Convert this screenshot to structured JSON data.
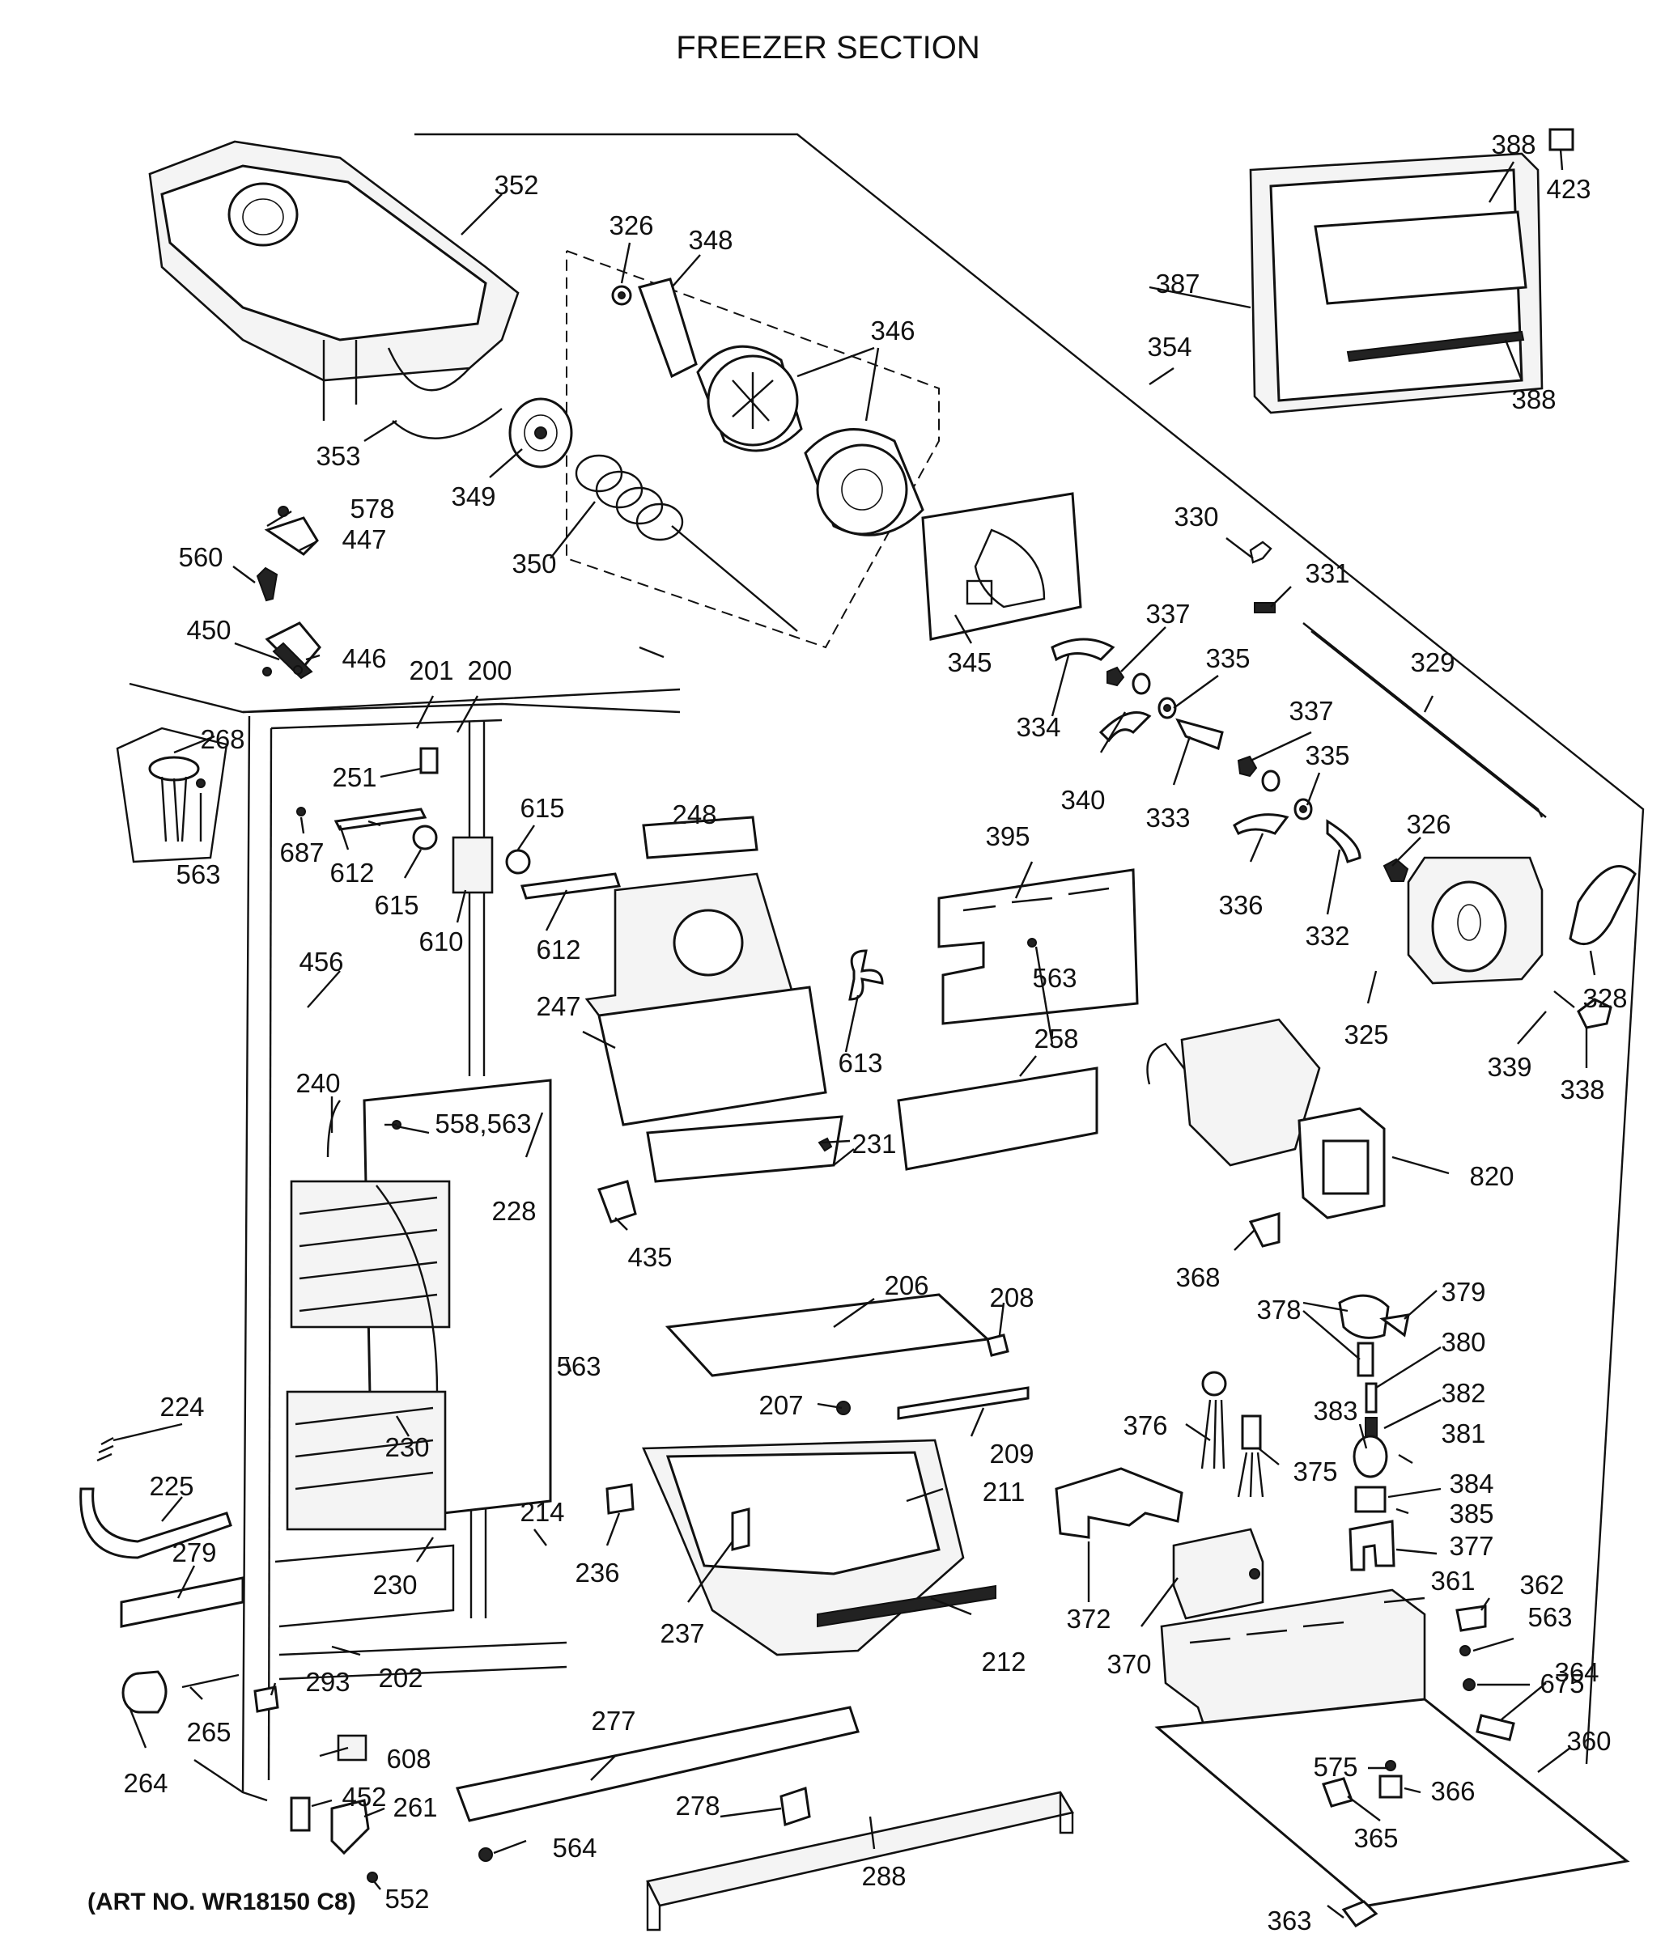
{
  "title": "FREEZER SECTION",
  "art_number": "(ART NO. WR18150 C8)",
  "callouts": [
    {
      "label": "352"
    },
    {
      "label": "353"
    },
    {
      "label": "349"
    },
    {
      "label": "350"
    },
    {
      "label": "326"
    },
    {
      "label": "348"
    },
    {
      "label": "346"
    },
    {
      "label": "354"
    },
    {
      "label": "387"
    },
    {
      "label": "388"
    },
    {
      "label": "423"
    },
    {
      "label": "388"
    },
    {
      "label": "345"
    },
    {
      "label": "330"
    },
    {
      "label": "331"
    },
    {
      "label": "337"
    },
    {
      "label": "335"
    },
    {
      "label": "329"
    },
    {
      "label": "334"
    },
    {
      "label": "337"
    },
    {
      "label": "335"
    },
    {
      "label": "340"
    },
    {
      "label": "333"
    },
    {
      "label": "326"
    },
    {
      "label": "336"
    },
    {
      "label": "332"
    },
    {
      "label": "325"
    },
    {
      "label": "328"
    },
    {
      "label": "339"
    },
    {
      "label": "338"
    },
    {
      "label": "395"
    },
    {
      "label": "563"
    },
    {
      "label": "258"
    },
    {
      "label": "820"
    },
    {
      "label": "368"
    },
    {
      "label": "378"
    },
    {
      "label": "379"
    },
    {
      "label": "380"
    },
    {
      "label": "382"
    },
    {
      "label": "383"
    },
    {
      "label": "381"
    },
    {
      "label": "376"
    },
    {
      "label": "375"
    },
    {
      "label": "384"
    },
    {
      "label": "385"
    },
    {
      "label": "377"
    },
    {
      "label": "372"
    },
    {
      "label": "370"
    },
    {
      "label": "361"
    },
    {
      "label": "362"
    },
    {
      "label": "563"
    },
    {
      "label": "675"
    },
    {
      "label": "364"
    },
    {
      "label": "360"
    },
    {
      "label": "575"
    },
    {
      "label": "366"
    },
    {
      "label": "365"
    },
    {
      "label": "363"
    },
    {
      "label": "578"
    },
    {
      "label": "447"
    },
    {
      "label": "560"
    },
    {
      "label": "450"
    },
    {
      "label": "446"
    },
    {
      "label": "201"
    },
    {
      "label": "200"
    },
    {
      "label": "268"
    },
    {
      "label": "563"
    },
    {
      "label": "251"
    },
    {
      "label": "687"
    },
    {
      "label": "612"
    },
    {
      "label": "615"
    },
    {
      "label": "615"
    },
    {
      "label": "610"
    },
    {
      "label": "612"
    },
    {
      "label": "248"
    },
    {
      "label": "456"
    },
    {
      "label": "247"
    },
    {
      "label": "613"
    },
    {
      "label": "231"
    },
    {
      "label": "240"
    },
    {
      "label": "558,563"
    },
    {
      "label": "228"
    },
    {
      "label": "435"
    },
    {
      "label": "563"
    },
    {
      "label": "206"
    },
    {
      "label": "208"
    },
    {
      "label": "207"
    },
    {
      "label": "209"
    },
    {
      "label": "211"
    },
    {
      "label": "224"
    },
    {
      "label": "230"
    },
    {
      "label": "225"
    },
    {
      "label": "214"
    },
    {
      "label": "236"
    },
    {
      "label": "279"
    },
    {
      "label": "230"
    },
    {
      "label": "237"
    },
    {
      "label": "212"
    },
    {
      "label": "202"
    },
    {
      "label": "293"
    },
    {
      "label": "265"
    },
    {
      "label": "264"
    },
    {
      "label": "608"
    },
    {
      "label": "452"
    },
    {
      "label": "261"
    },
    {
      "label": "552"
    },
    {
      "label": "277"
    },
    {
      "label": "278"
    },
    {
      "label": "564"
    },
    {
      "label": "288"
    }
  ]
}
